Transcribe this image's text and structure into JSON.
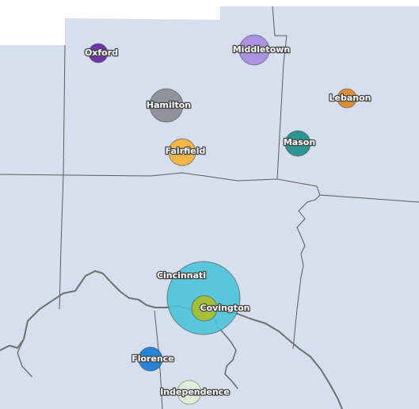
{
  "map": {
    "land_color": "#d6dfed",
    "background_color": "#ffffff",
    "boundary_color": "#5a5a5a",
    "river_color": "#6f6f6f",
    "cities": [
      {
        "id": "oxford",
        "label": "Oxford",
        "color": "#6a2aa8"
      },
      {
        "id": "middletown",
        "label": "Middletown",
        "color": "#a98ee0"
      },
      {
        "id": "lebanon",
        "label": "Lebanon",
        "color": "#e0892a"
      },
      {
        "id": "hamilton",
        "label": "Hamilton",
        "color": "#8e8e96"
      },
      {
        "id": "fairfield",
        "label": "Fairfield",
        "color": "#f2b33c"
      },
      {
        "id": "mason",
        "label": "Mason",
        "color": "#23908e"
      },
      {
        "id": "cincinnati",
        "label": "Cincinnati",
        "color": "#4cc3d8"
      },
      {
        "id": "covington",
        "label": "Covington",
        "color": "#a6bf2e"
      },
      {
        "id": "florence",
        "label": "Florence",
        "color": "#1e7fd6"
      },
      {
        "id": "independence",
        "label": "Independence",
        "color": "#e3ecd9"
      }
    ]
  }
}
